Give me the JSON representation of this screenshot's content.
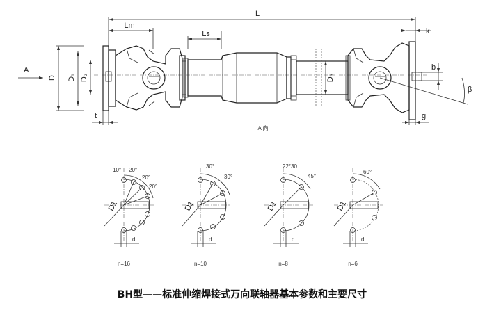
{
  "main_view": {
    "labels": {
      "L": "L",
      "Lm": "Lm",
      "Ls": "Ls",
      "k": "k",
      "A": "A",
      "D": "D",
      "D1": "D₁",
      "D2": "D₂",
      "D3": "D₃",
      "b": "b",
      "beta": "β",
      "t": "t",
      "g": "g",
      "view_label": "A 向"
    }
  },
  "flange_patterns": [
    {
      "id": "n16",
      "caption": "n=16",
      "dia_label": "D1",
      "d_label": "d",
      "angles": [
        "10°",
        "20°",
        "20°",
        "20°"
      ]
    },
    {
      "id": "n10",
      "caption": "n=10",
      "dia_label": "D1",
      "d_label": "d",
      "angles": [
        "30°",
        "30°"
      ]
    },
    {
      "id": "n8",
      "caption": "n=8",
      "dia_label": "D1",
      "d_label": "d",
      "angles": [
        "22°30",
        "45°"
      ]
    },
    {
      "id": "n6",
      "caption": "n=6",
      "dia_label": "D1",
      "d_label": "d",
      "angles": [
        "60°"
      ]
    }
  ],
  "caption": "BH型——标准伸缩焊接式万向联轴器基本参数和主要尺寸"
}
